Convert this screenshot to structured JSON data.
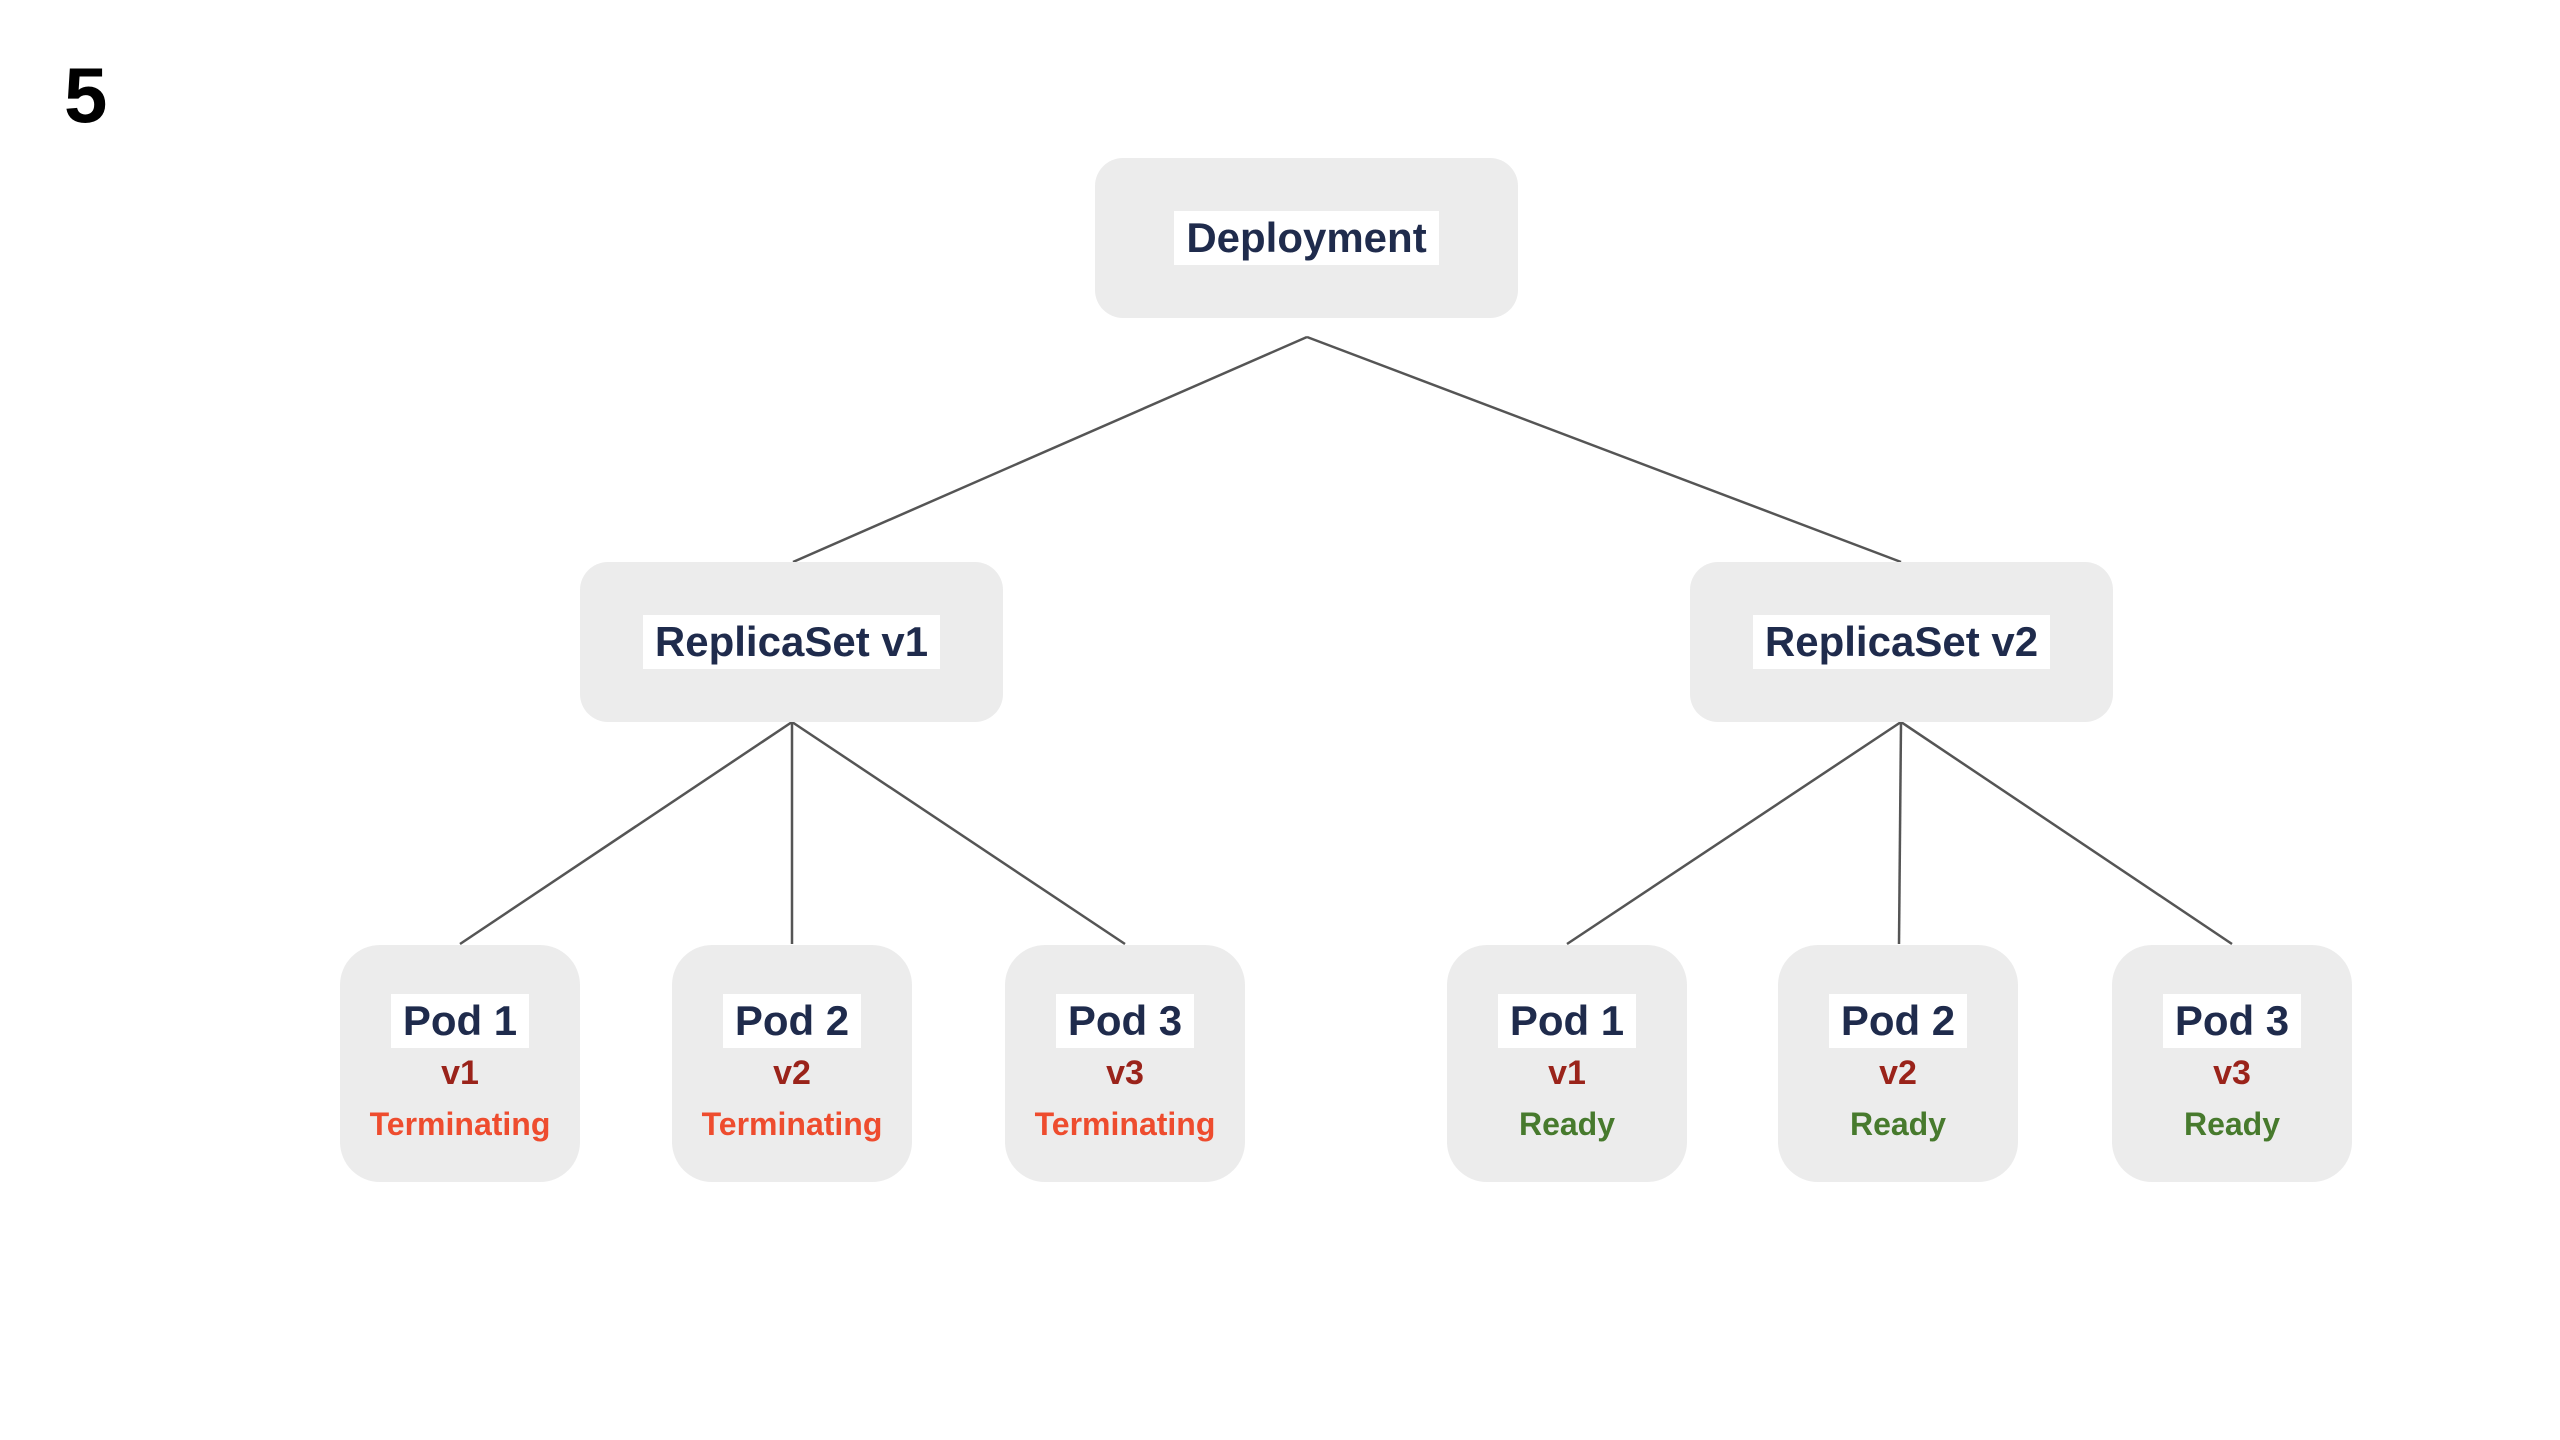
{
  "slide": {
    "number": "5"
  },
  "colors": {
    "background": "#ffffff",
    "node_fill": "#ececec",
    "node_title": "#1f2b4c",
    "label_bg": "#ffffff",
    "version_text": "#9a231a",
    "terminating_text": "#ee4c2e",
    "ready_text": "#477a2d",
    "edge": "#555555"
  },
  "diagram": {
    "deployment": {
      "label": "Deployment"
    },
    "replicasets": [
      {
        "label": "ReplicaSet v1",
        "pods": [
          {
            "name": "Pod 1",
            "version": "v1",
            "status": "Terminating"
          },
          {
            "name": "Pod 2",
            "version": "v2",
            "status": "Terminating"
          },
          {
            "name": "Pod 3",
            "version": "v3",
            "status": "Terminating"
          }
        ]
      },
      {
        "label": "ReplicaSet v2",
        "pods": [
          {
            "name": "Pod 1",
            "version": "v1",
            "status": "Ready"
          },
          {
            "name": "Pod 2",
            "version": "v2",
            "status": "Ready"
          },
          {
            "name": "Pod 3",
            "version": "v3",
            "status": "Ready"
          }
        ]
      }
    ]
  }
}
